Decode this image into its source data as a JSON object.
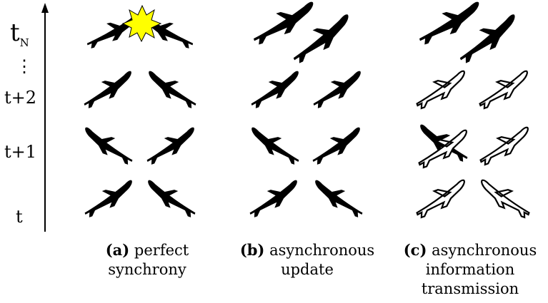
{
  "figure": {
    "time_axis": {
      "labels": {
        "t": "t",
        "t1": "t+1",
        "t2": "t+2",
        "tN_base": "t",
        "tN_sub": "N",
        "ellipsis": "⋮"
      }
    },
    "captions": [
      {
        "tag": "(a)",
        "text": "perfect synchrony"
      },
      {
        "tag": "(b)",
        "text": "asynchronous update"
      },
      {
        "tag": "(c)",
        "text": "asynchronous information transmission"
      }
    ],
    "colors": {
      "plane_fill": "#000000",
      "plane_outline": "#000000",
      "hollow_fill": "#ffffff",
      "collision_star": "#ffff00"
    },
    "icons": {
      "plane": "airplane-icon",
      "collision": "collision-star-icon"
    }
  }
}
